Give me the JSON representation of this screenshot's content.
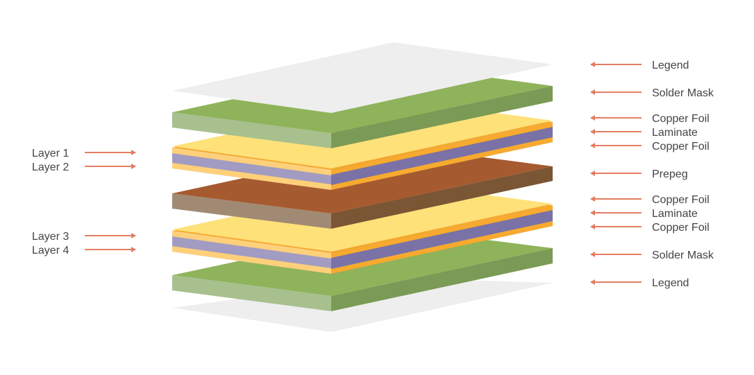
{
  "colors": {
    "arrow": "#E47C60",
    "legend_top": "#EEEEEE",
    "solder_top": "#8FB35A",
    "solder_front": "#A7C08E",
    "solder_side": "#7B9A55",
    "copper_edge": "#F7AA2E",
    "copper_front": "#FFD07A",
    "laminate_top": "#FFE17A",
    "laminate_front": "#A29CC2",
    "laminate_side": "#7A72A6",
    "prepeg_top": "#A65A30",
    "prepeg_front": "#A08A73",
    "prepeg_side": "#7A5634"
  },
  "left_labels": [
    "Layer 1",
    "Layer 2",
    "Layer 3",
    "Layer 4"
  ],
  "right_labels": [
    "Legend",
    "Solder Mask",
    "Copper Foil",
    "Laminate",
    "Copper Foil",
    "Prepeg",
    "Copper Foil",
    "Laminate",
    "Copper Foil",
    "Solder Mask",
    "Legend"
  ]
}
